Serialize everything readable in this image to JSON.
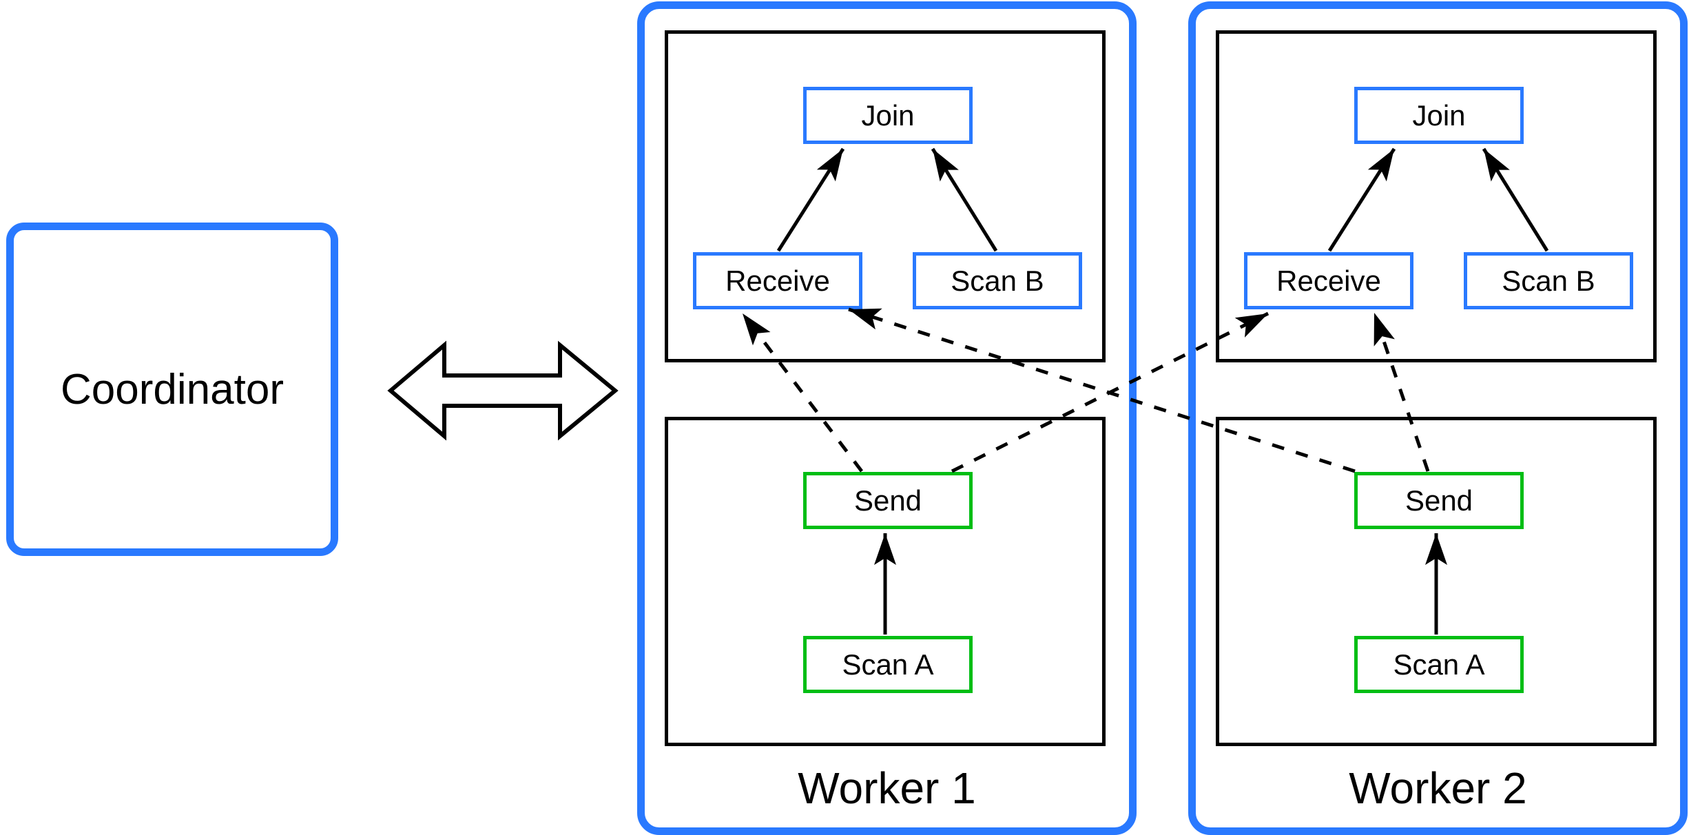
{
  "colors": {
    "blue": "#2979FF",
    "green": "#00BE14",
    "black": "#000000",
    "background": "#FFFFFF"
  },
  "coordinator": {
    "label": "Coordinator"
  },
  "workers": [
    {
      "label": "Worker 1",
      "nodes": {
        "join": "Join",
        "receive": "Receive",
        "scan_b": "Scan B",
        "send": "Send",
        "scan_a": "Scan A"
      }
    },
    {
      "label": "Worker 2",
      "nodes": {
        "join": "Join",
        "receive": "Receive",
        "scan_b": "Scan B",
        "send": "Send",
        "scan_a": "Scan A"
      }
    }
  ],
  "edges": [
    {
      "from": "worker1.receive",
      "to": "worker1.join",
      "style": "solid"
    },
    {
      "from": "worker1.scan_b",
      "to": "worker1.join",
      "style": "solid"
    },
    {
      "from": "worker1.scan_a",
      "to": "worker1.send",
      "style": "solid"
    },
    {
      "from": "worker2.receive",
      "to": "worker2.join",
      "style": "solid"
    },
    {
      "from": "worker2.scan_b",
      "to": "worker2.join",
      "style": "solid"
    },
    {
      "from": "worker2.scan_a",
      "to": "worker2.send",
      "style": "solid"
    },
    {
      "from": "worker1.send",
      "to": "worker1.receive",
      "style": "dashed"
    },
    {
      "from": "worker1.send",
      "to": "worker2.receive",
      "style": "dashed"
    },
    {
      "from": "worker2.send",
      "to": "worker1.receive",
      "style": "dashed"
    },
    {
      "from": "worker2.send",
      "to": "worker2.receive",
      "style": "dashed"
    },
    {
      "from": "coordinator",
      "to": "workers",
      "style": "double-arrow"
    }
  ]
}
